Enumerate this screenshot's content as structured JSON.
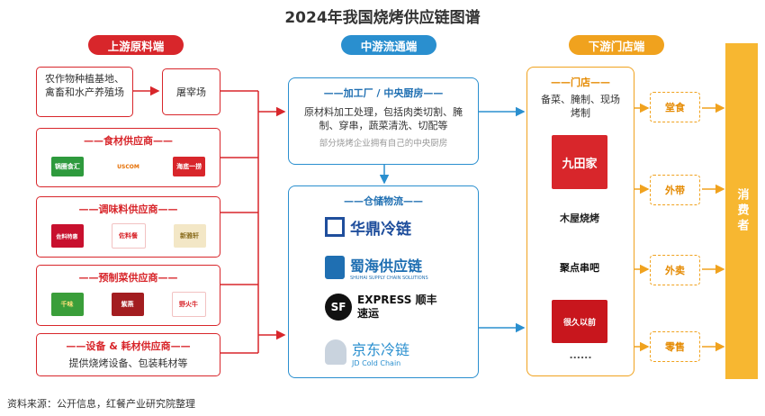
{
  "title": "2024年我国烧烤供应链图谱",
  "upstream": {
    "header": "上游原料端",
    "farming": "农作物种植基地、禽畜和水产养殖场",
    "slaughter": "屠宰场",
    "food_supplier": {
      "title": "——食材供应商——",
      "logos": [
        "锅圈食汇",
        "USCOM",
        "海底一捞"
      ]
    },
    "seasoning_supplier": {
      "title": "——调味料供应商——",
      "logos": [
        "佐料特惠",
        "佐料餐",
        "新雅轩"
      ]
    },
    "prepared_supplier": {
      "title": "——预制菜供应商——",
      "logos": [
        "千味",
        "紫燕",
        "野火牛"
      ]
    },
    "equipment_supplier": {
      "title": "——设备 & 耗材供应商——",
      "desc": "提供烧烤设备、包装耗材等"
    }
  },
  "midstream": {
    "header": "中游流通端",
    "factory": {
      "title": "——加工厂 / 中央厨房——",
      "desc": "原材料加工处理，包括肉类切割、腌制、穿串，蔬菜清洗、切配等",
      "note": "部分烧烤企业拥有自己的中央厨房"
    },
    "logistics": {
      "title": "——仓储物流——",
      "brands": [
        {
          "name": "华鼎冷链",
          "sub": ""
        },
        {
          "name": "蜀海供应链",
          "sub": "SHUHAI SUPPLY CHAIN SOLUTIONS"
        },
        {
          "name": "EXPRESS 顺丰速运",
          "sub": "SF"
        },
        {
          "name": "京东冷链",
          "sub": "JD Cold Chain"
        }
      ]
    }
  },
  "downstream": {
    "header": "下游门店端",
    "store": {
      "title": "——门店——",
      "desc": "备菜、腌制、现场烤制",
      "logos": [
        "九田家",
        "木屋烧烤",
        "聚点串吧",
        "很久以前"
      ],
      "more": "......"
    },
    "channels": [
      "堂食",
      "外带",
      "外卖",
      "零售"
    ],
    "consumer": "消费者"
  },
  "source": "资料来源：公开信息，红餐产业研究院整理",
  "colors": {
    "red": "#d8262b",
    "blue": "#2a8fcf",
    "orange": "#f0a21e",
    "consumer": "#f7b731"
  }
}
